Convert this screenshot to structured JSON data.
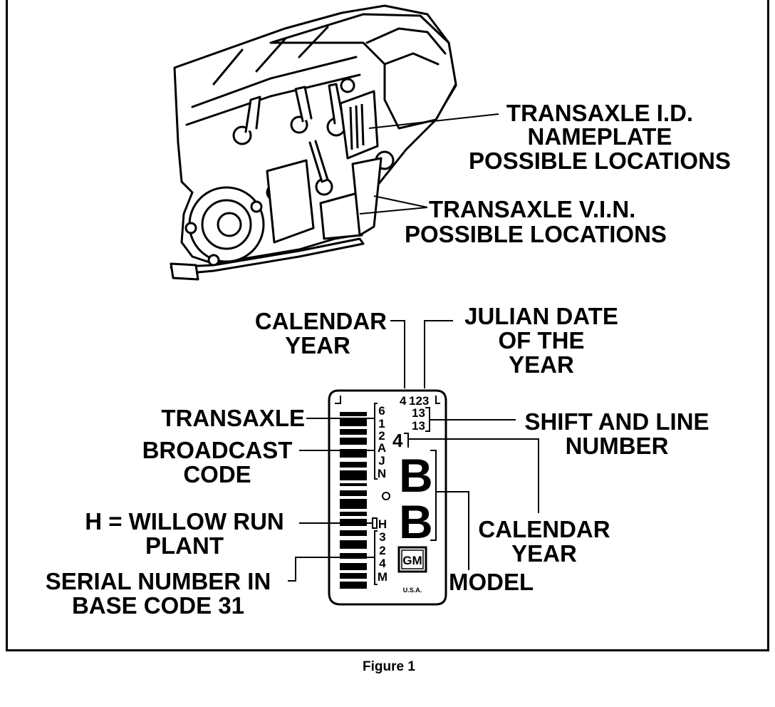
{
  "labels": {
    "nameplate": [
      "TRANSAXLE I.D.",
      "NAMEPLATE",
      "POSSIBLE LOCATIONS"
    ],
    "vin": [
      "TRANSAXLE V.I.N.",
      "POSSIBLE LOCATIONS"
    ],
    "calendar_year_top": [
      "CALENDAR",
      "YEAR"
    ],
    "julian_date": [
      "JULIAN DATE",
      "OF THE",
      "YEAR"
    ],
    "transaxle": "TRANSAXLE",
    "broadcast_code": [
      "BROADCAST",
      "CODE"
    ],
    "shift_line": [
      "SHIFT AND LINE",
      "NUMBER"
    ],
    "willow_run": [
      "H = WILLOW RUN",
      "PLANT"
    ],
    "calendar_year_right": [
      "CALENDAR",
      "YEAR"
    ],
    "serial_number": [
      "SERIAL NUMBER IN",
      "BASE CODE 31"
    ],
    "model": "MODEL"
  },
  "plate": {
    "year_digit": "4",
    "julian_digits": "123",
    "shift_top": "13",
    "shift_bottom": "13",
    "calendar_digit": "4",
    "model_letter_top": "B",
    "model_letter_bottom": "B",
    "broadcast_chars": [
      "6",
      "1",
      "2",
      "A",
      "J",
      "N"
    ],
    "serial_chars": [
      "H",
      "3",
      "2",
      "4",
      "M"
    ],
    "logo": "GM",
    "country": "U.S.A."
  },
  "caption": "Figure 1"
}
